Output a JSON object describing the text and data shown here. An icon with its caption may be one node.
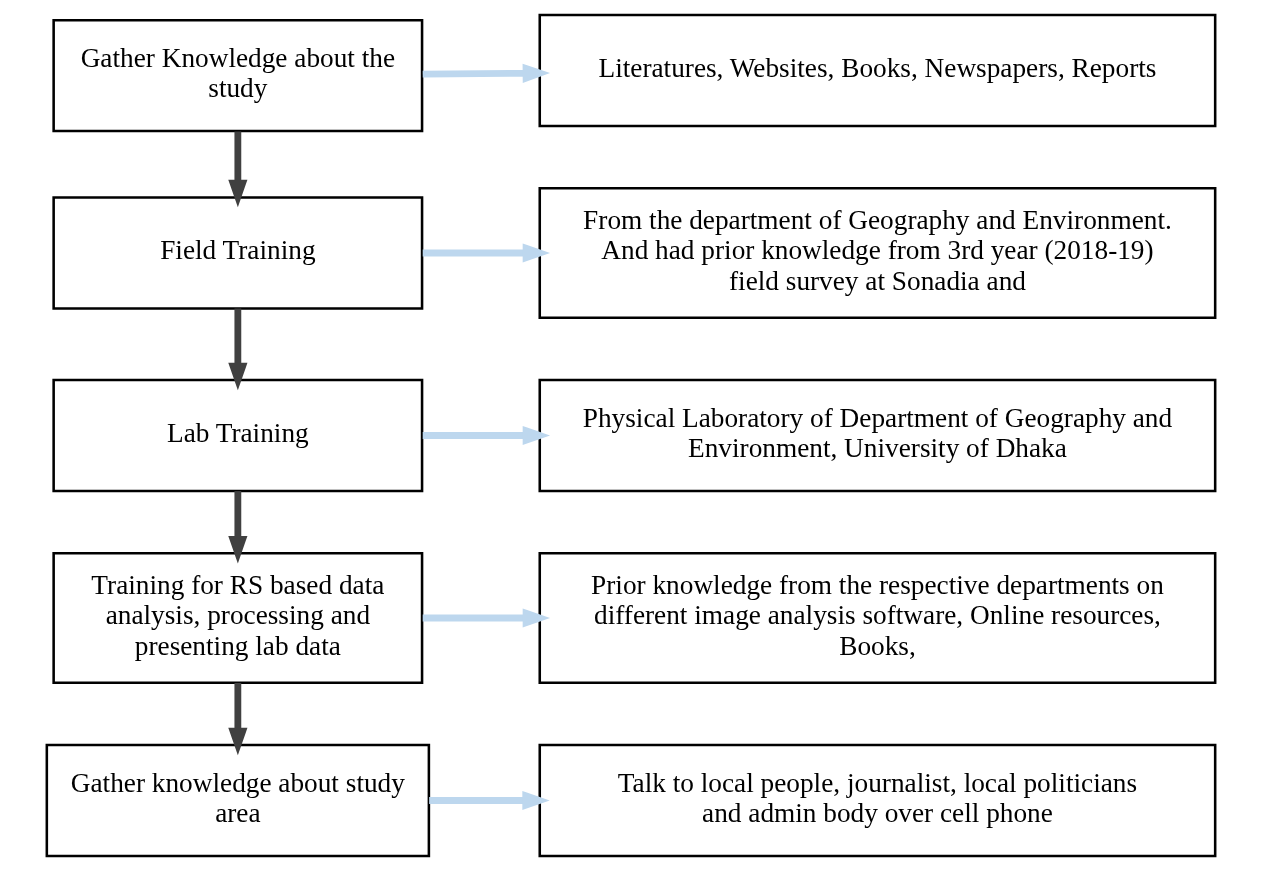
{
  "diagram": {
    "nodes": [
      {
        "text": [
          "Gather Knowledge about the study"
        ]
      },
      {
        "text": [
          "Field Training"
        ]
      },
      {
        "text": [
          "Lab Training"
        ]
      },
      {
        "text": [
          "Training for RS based data analysis, processing and presenting lab data"
        ]
      },
      {
        "text": [
          "Gather knowledge about study area"
        ]
      },
      {
        "text": [
          "Literatures, Websites, Books, Newspapers, Reports"
        ]
      },
      {
        "text": [
          "From the department of Geography and Environment. And had prior knowledge from 3rd year (2018-19) field survey at Sonadia and"
        ]
      },
      {
        "text": [
          "Physical Laboratory of Department of Geography and Environment, University of Dhaka"
        ]
      },
      {
        "text": [
          "Prior knowledge from the respective departments on different image analysis software, Online resources, Books,"
        ]
      },
      {
        "text": [
          "Talk to local people, journalist, local politicians and admin body over cell phone"
        ]
      }
    ],
    "edges": [
      {
        "from": 0,
        "to": 1,
        "arrow": "to",
        "color": "#404040"
      },
      {
        "from": 1,
        "to": 2,
        "arrow": "to",
        "color": "#404040"
      },
      {
        "from": 2,
        "to": 3,
        "arrow": "to",
        "color": "#404040"
      },
      {
        "from": 3,
        "to": 4,
        "arrow": "to",
        "color": "#404040"
      },
      {
        "from": 0,
        "to": 5,
        "arrow": "to"
      },
      {
        "from": 1,
        "to": 6,
        "arrow": "to"
      },
      {
        "from": 2,
        "to": 7,
        "arrow": "to"
      },
      {
        "from": 3,
        "to": 8,
        "arrow": "to"
      },
      {
        "from": 4,
        "to": 9,
        "arrow": "to"
      }
    ]
  }
}
